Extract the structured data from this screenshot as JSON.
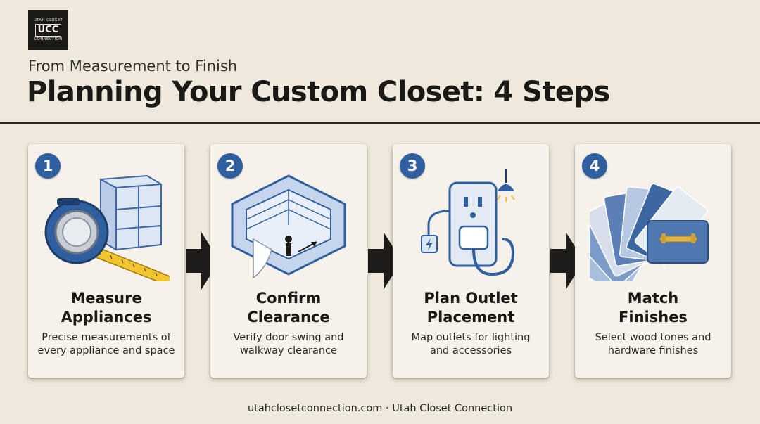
{
  "logo": {
    "top": "UTAH CLOSET",
    "mark": "UCC",
    "bottom": "CONNECTION"
  },
  "header": {
    "subtitle": "From Measurement to Finish",
    "title": "Planning Your Custom Closet: 4 Steps"
  },
  "steps": [
    {
      "number": "1",
      "title_line1": "Measure",
      "title_line2": "Appliances",
      "desc_line1": "Precise measurements of",
      "desc_line2": "every appliance and space",
      "icon": "tape-measure-icon"
    },
    {
      "number": "2",
      "title_line1": "Confirm",
      "title_line2": "Clearance",
      "desc_line1": "Verify door swing and",
      "desc_line2": "walkway clearance",
      "icon": "closet-layout-icon"
    },
    {
      "number": "3",
      "title_line1": "Plan Outlet",
      "title_line2": "Placement",
      "desc_line1": "Map outlets for lighting",
      "desc_line2": "and accessories",
      "icon": "outlet-icon"
    },
    {
      "number": "4",
      "title_line1": "Match",
      "title_line2": "Finishes",
      "desc_line1": "Select wood tones and",
      "desc_line2": "hardware finishes",
      "icon": "finish-swatches-icon"
    }
  ],
  "footer": {
    "text": "utahclosetconnection.com · Utah Closet Connection"
  },
  "colors": {
    "background": "#efe9dd",
    "card": "#f6f2ea",
    "accent_blue": "#2f5f9e",
    "dark": "#1b1916"
  }
}
